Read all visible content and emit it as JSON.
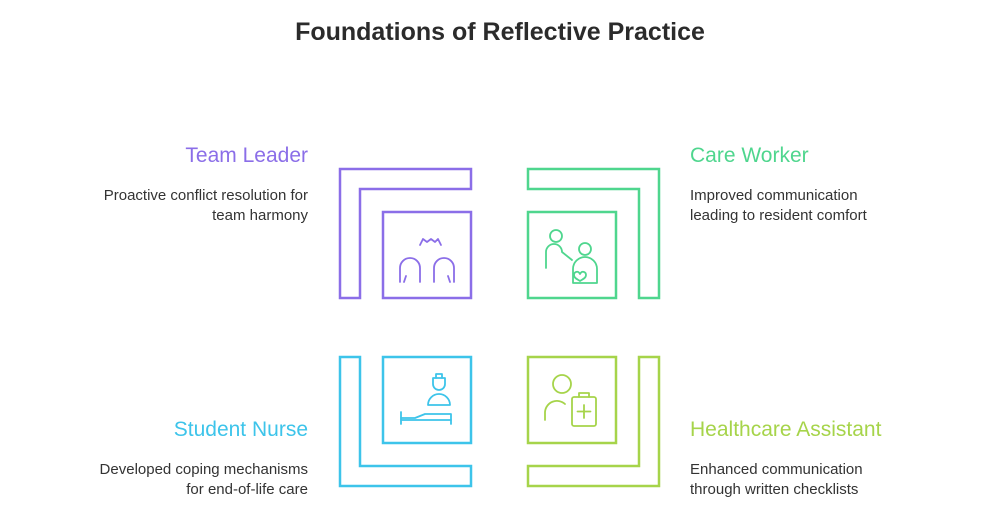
{
  "title": "Foundations of Reflective Practice",
  "colors": {
    "team_leader": "#8b6ee8",
    "care_worker": "#4fd68e",
    "student_nurse": "#3dc4ea",
    "healthcare_assistant": "#a6d44a",
    "title": "#2b2b2b",
    "text": "#333333"
  },
  "quadrants": {
    "team_leader": {
      "heading": "Team Leader",
      "lines": [
        "Proactive conflict resolution for",
        "team harmony"
      ],
      "icon": "team-people-icon"
    },
    "care_worker": {
      "heading": "Care Worker",
      "lines": [
        "Improved communication",
        "leading to resident comfort"
      ],
      "icon": "caregiver-icon"
    },
    "student_nurse": {
      "heading": "Student Nurse",
      "lines": [
        "Developed coping mechanisms",
        "for end-of-life care"
      ],
      "icon": "nurse-bed-icon"
    },
    "healthcare_assistant": {
      "heading": "Healthcare Assistant",
      "lines": [
        "Enhanced communication",
        "through written checklists"
      ],
      "icon": "person-clipboard-icon"
    }
  }
}
